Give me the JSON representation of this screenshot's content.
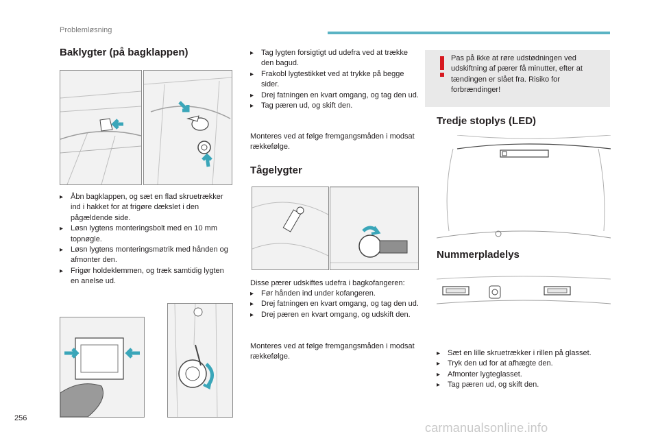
{
  "header": {
    "section": "Problemløsning",
    "accent_color": "#5ab3c4"
  },
  "col1": {
    "heading": "Baklygter (på bagklappen)",
    "steps": [
      "Åbn bagklappen, og sæt en flad skruetrækker ind i hakket for at frigøre dækslet i den pågældende side.",
      "Løsn lygtens monteringsbolt med en 10 mm topnøgle.",
      "Løsn lygtens monteringsmøtrik med hånden og afmonter den.",
      "Frigør holdeklemmen, og træk samtidig lygten en anelse ud."
    ]
  },
  "col2": {
    "steps": [
      "Tag lygten forsigtigt ud udefra ved at trække den bagud.",
      "Frakobl lygtestikket ved at trykke på begge sider.",
      "Drej fatningen en kvart omgang, og tag den ud.",
      "Tag pæren ud, og skift den."
    ],
    "note": "Monteres ved at følge fremgangsmåden i modsat rækkefølge.",
    "fog_heading": "Tågelygter",
    "fog_intro": "Disse pærer udskiftes udefra i bagkofangeren:",
    "fog_steps": [
      "Før hånden ind under kofangeren.",
      "Drej fatningen en kvart omgang, og tag den ud.",
      "Drej pæren en kvart omgang, og udskift den."
    ],
    "fog_note": "Monteres ved at følge fremgangsmåden i modsat rækkefølge."
  },
  "col3": {
    "warning": "Pas på ikke at røre udstødningen ved udskiftning af pærer få minutter, efter at tændingen er slået fra. Risiko for forbrændinger!",
    "warning_color": "#d71920",
    "stop_heading": "Tredje stoplys (LED)",
    "plate_heading": "Nummerpladelys",
    "plate_steps": [
      "Sæt en lille skruetrækker i rillen på glasset.",
      "Tryk den ud for at afhægte den.",
      "Afmonter lygteglasset.",
      "Tag pæren ud, og skift den."
    ]
  },
  "footer": {
    "page_number": "256",
    "watermark": "carmanualsonline.info"
  }
}
